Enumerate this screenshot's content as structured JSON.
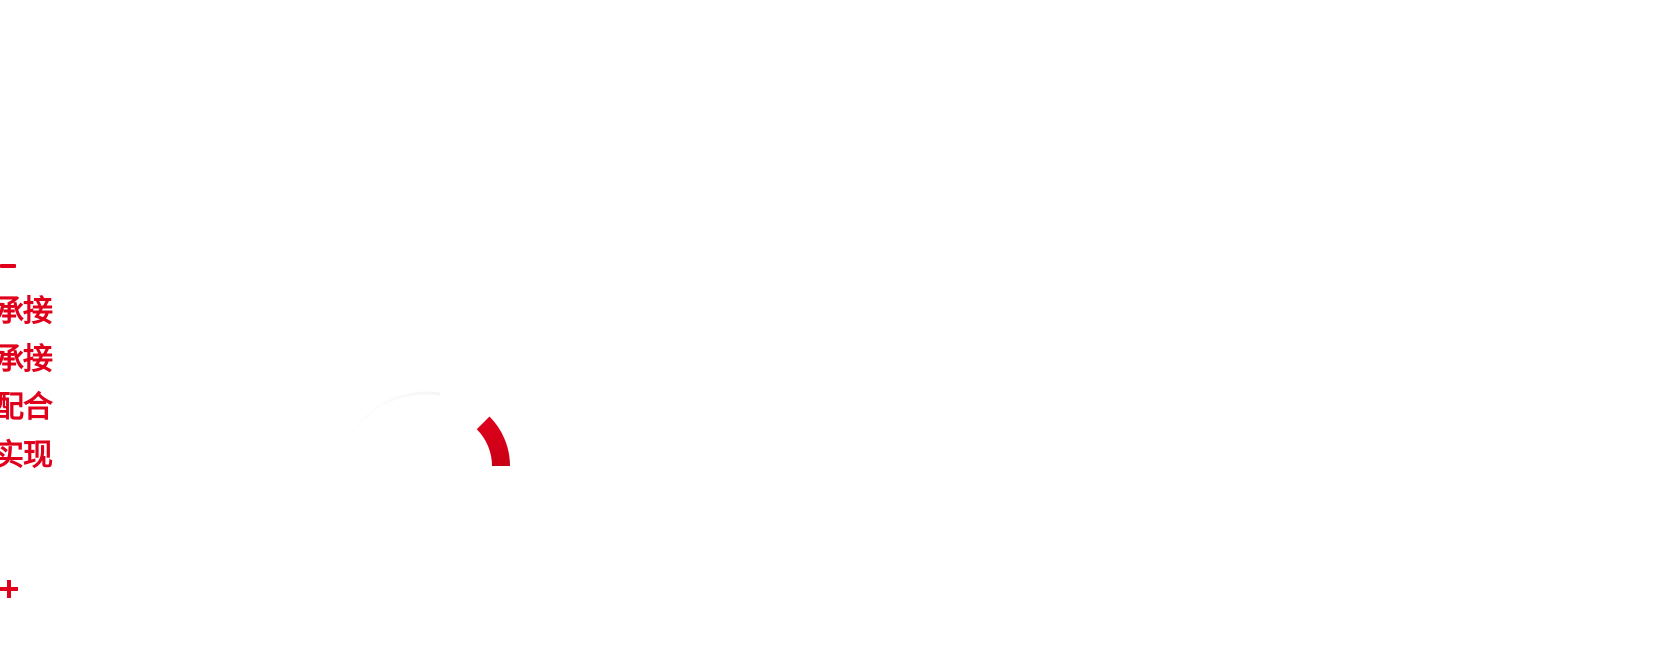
{
  "theme": {
    "accent": "#E0001B",
    "background": "#FFFFFF"
  },
  "side_nav": {
    "collapse_icon": "minus-icon",
    "expand_icon": "plus-icon",
    "items": [
      {
        "label": "承接"
      },
      {
        "label": "承接"
      },
      {
        "label": "配合"
      },
      {
        "label": "实现"
      }
    ]
  },
  "gauge": {
    "icon": "ring-gauge-icon",
    "level": 0.25
  }
}
